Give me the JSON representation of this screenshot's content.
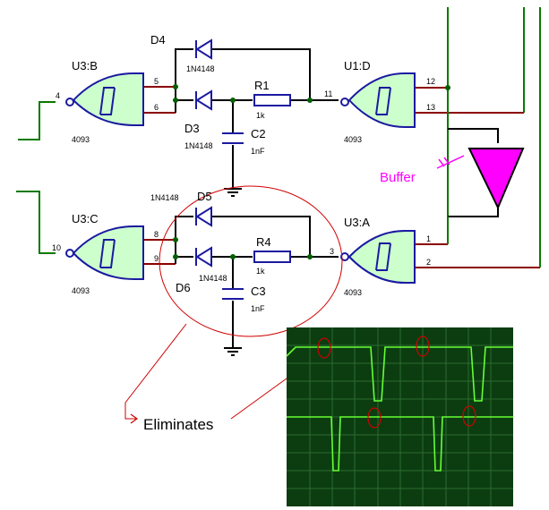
{
  "gates": [
    {
      "name": "U3:B",
      "ic": "4093",
      "pins": [
        "4",
        "5",
        "6"
      ]
    },
    {
      "name": "U3:C",
      "ic": "4093",
      "pins": [
        "10",
        "8",
        "9"
      ]
    },
    {
      "name": "U1:D",
      "ic": "4093",
      "pins": [
        "11",
        "12",
        "13"
      ]
    },
    {
      "name": "U3:A",
      "ic": "4093",
      "pins": [
        "3",
        "1",
        "2"
      ]
    }
  ],
  "diodes": [
    {
      "ref": "D4",
      "part": "1N4148"
    },
    {
      "ref": "D3",
      "part": "1N4148"
    },
    {
      "ref": "D5",
      "part": "1N4148"
    },
    {
      "ref": "D6",
      "part": "1N4148"
    }
  ],
  "resistors": [
    {
      "ref": "R1",
      "value": "1k"
    },
    {
      "ref": "R4",
      "value": "1k"
    }
  ],
  "capacitors": [
    {
      "ref": "C2",
      "value": "1nF"
    },
    {
      "ref": "C3",
      "value": "1nF"
    }
  ],
  "annotations": {
    "buffer": "Buffer",
    "eliminates": "Eliminates"
  },
  "colors": {
    "buffer_fill": "#ff00ff",
    "buffer_text": "#ff00ff",
    "gate_fill": "#ccffcc",
    "scope_bg": "#0b3d11",
    "scope_trace": "#66ff33",
    "highlight_circle": "#d00000"
  }
}
